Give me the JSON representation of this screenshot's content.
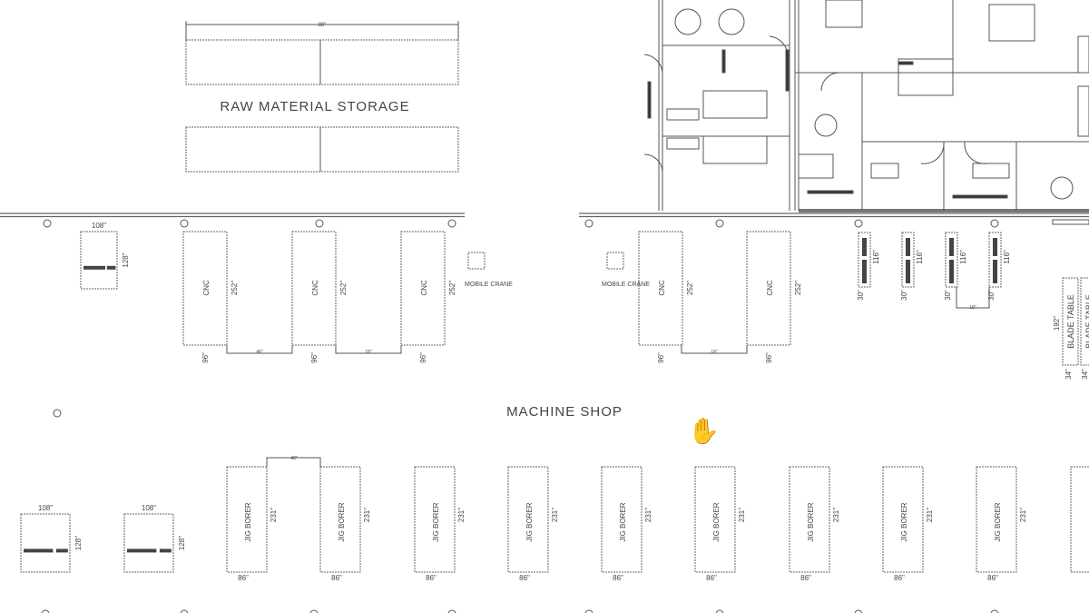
{
  "labels": {
    "raw_material_storage": "RAW MATERIAL STORAGE",
    "machine_shop": "MACHINE SHOP",
    "mobile_crane_1": "MOBILE CRANE",
    "mobile_crane_2": "MOBILE CRANE",
    "storage_dim": "88\""
  },
  "cnc_machines": [
    {
      "label": "CNC",
      "length": "252\"",
      "width": "96\""
    },
    {
      "label": "CNC",
      "length": "252\"",
      "width": "96\""
    },
    {
      "label": "CNC",
      "length": "252\"",
      "width": "96\""
    },
    {
      "label": "CNC",
      "length": "252\"",
      "width": "96\""
    },
    {
      "label": "CNC",
      "length": "252\"",
      "width": "96\""
    }
  ],
  "cnc_gaps": [
    "48\"",
    "18\"",
    "18\""
  ],
  "jig_borers": [
    {
      "label": "JIG BORER",
      "length": "231\"",
      "width": "86\""
    },
    {
      "label": "JIG BORER",
      "length": "231\"",
      "width": "86\""
    },
    {
      "label": "JIG BORER",
      "length": "231\"",
      "width": "86\""
    },
    {
      "label": "JIG BORER",
      "length": "231\"",
      "width": "86\""
    },
    {
      "label": "JIG BORER",
      "length": "231\"",
      "width": "86\""
    },
    {
      "label": "JIG BORER",
      "length": "231\"",
      "width": "86\""
    },
    {
      "label": "JIG BORER",
      "length": "231\"",
      "width": "86\""
    },
    {
      "label": "JIG BORER",
      "length": "231\"",
      "width": "86\""
    },
    {
      "label": "JIG BORER",
      "length": "231\"",
      "width": "86\""
    }
  ],
  "jig_gap": "48\"",
  "benches": [
    {
      "width": "108\"",
      "length": "128\""
    },
    {
      "width": "108\"",
      "length": "128\""
    },
    {
      "width": "108\"",
      "length": "128\""
    }
  ],
  "racks": [
    {
      "length": "116\"",
      "width": "30\""
    },
    {
      "length": "116\"",
      "width": "30\""
    },
    {
      "length": "116\"",
      "width": "30\""
    },
    {
      "length": "116\"",
      "width": "30\""
    }
  ],
  "rack_gap": "18\"",
  "blade_tables": [
    {
      "label": "BLADE TABLE",
      "length": "192\"",
      "width": "34\""
    },
    {
      "label": "BLADE TABLE",
      "width": "34\""
    }
  ],
  "cursor": "hand-cursor"
}
